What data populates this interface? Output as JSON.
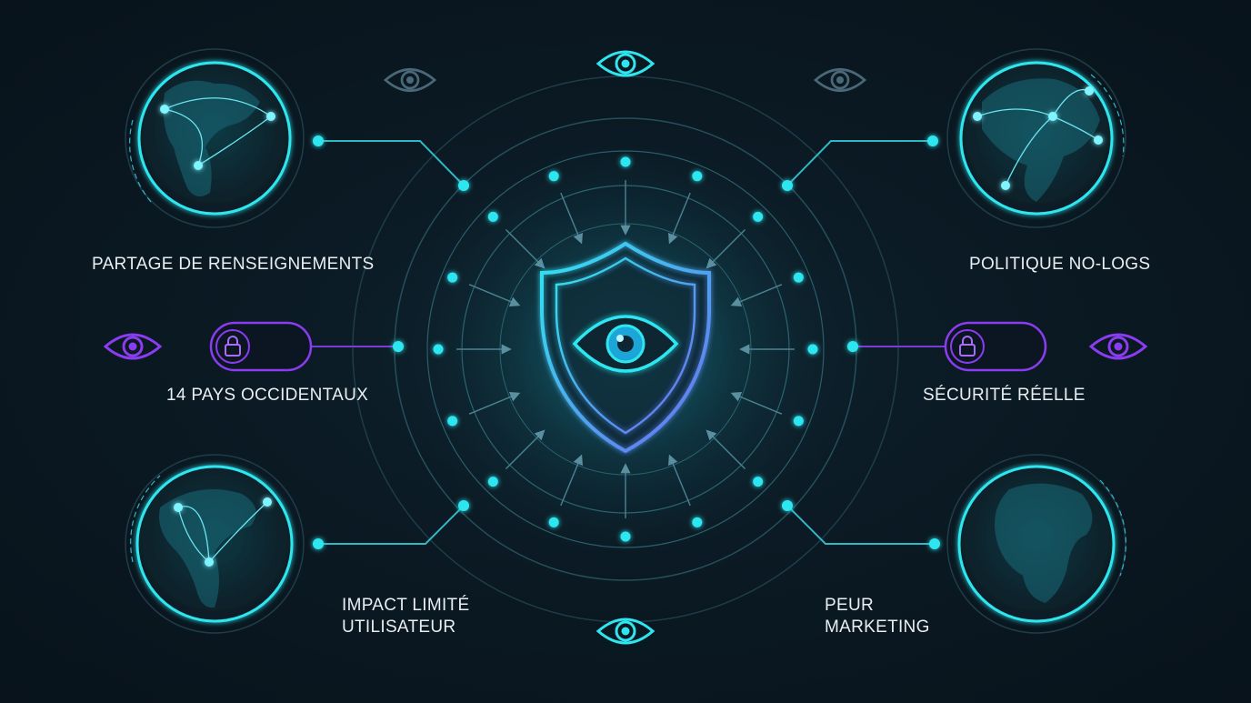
{
  "labels": {
    "top_left": "PARTAGE DE RENSEIGNEMENTS",
    "top_right": "POLITIQUE NO-LOGS",
    "mid_left": "14 PAYS OCCIDENTAUX",
    "mid_right": "SÉCURITÉ RÉELLE",
    "bottom_left_line1": "IMPACT LIMITÉ",
    "bottom_left_line2": "UTILISATEUR",
    "bottom_right_line1": "PEUR",
    "bottom_right_line2": "MARKETING"
  },
  "icons": {
    "center": "shield-eye-icon",
    "globes": [
      "globe-americas-icon",
      "globe-europe-asia-icon",
      "globe-americas-icon",
      "globe-africa-europe-icon"
    ],
    "locks": [
      "lock-capsule-icon",
      "lock-capsule-icon"
    ],
    "eyes": [
      "eye-icon"
    ]
  },
  "colors": {
    "background": "#0b1a24",
    "cyan": "#2fe6f0",
    "purple": "#8a3cf0",
    "blue": "#5a7cf0",
    "text": "#e8eef2"
  }
}
